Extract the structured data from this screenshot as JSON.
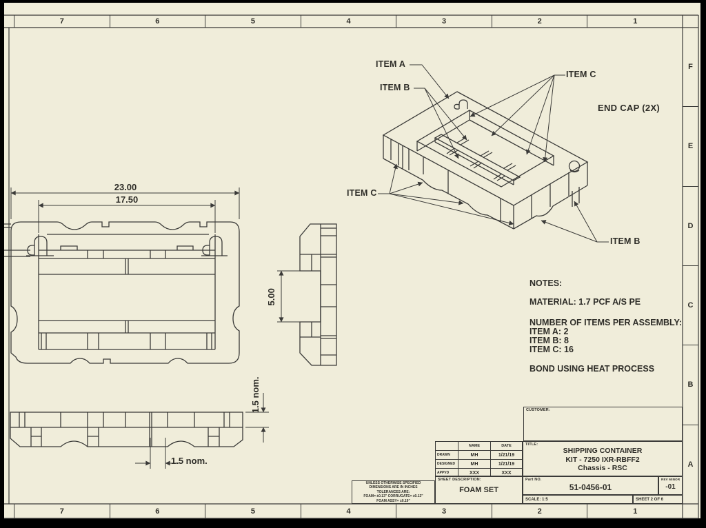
{
  "colors": {
    "paper": "#f0edda",
    "line": "#3a3a38",
    "background": "#000000"
  },
  "zones": {
    "top": [
      "7",
      "6",
      "5",
      "4",
      "3",
      "2",
      "1"
    ],
    "bottom": [
      "7",
      "6",
      "5",
      "4",
      "3",
      "2",
      "1"
    ],
    "right": [
      "F",
      "E",
      "D",
      "C",
      "B",
      "A"
    ]
  },
  "iso": {
    "item_a": "ITEM A",
    "item_b_top": "ITEM B",
    "item_c_top": "ITEM C",
    "item_c_left": "ITEM C",
    "item_b_bottom": "ITEM B",
    "end_cap": "END CAP (2X)"
  },
  "dims": {
    "overall_width": "23.00",
    "inner_width": "17.50",
    "recess_height": "5.00",
    "thickness": "1.5 nom.",
    "rib_width": "1.5 nom."
  },
  "notes": {
    "heading": "NOTES:",
    "material": "MATERIAL: 1.7 PCF A/S PE",
    "items_heading": "NUMBER OF ITEMS PER ASSEMBLY:",
    "item_a": "ITEM A: 2",
    "item_b": "ITEM B: 8",
    "item_c": "ITEM C: 16",
    "bond": "BOND USING HEAT PROCESS"
  },
  "title_block": {
    "customer_label": "CUSTOMER:",
    "title_label": "TITLE:",
    "title_line1": "SHIPPING CONTAINER",
    "title_line2": "KIT - 7250 IXR-RBFF2",
    "title_line3": "Chassis - RSC",
    "part_no_label": "Part NO.",
    "part_no": "51-0456-01",
    "rev_label": "REV MINOR",
    "rev": "-01",
    "scale": "SCALE: 1:5",
    "sheet": "SHEET 2 OF 6",
    "sheet_description_label": "SHEET DESCRIPTION:",
    "sheet_description": "FOAM SET",
    "signoff": {
      "name_header": "NAME",
      "date_header": "DATE",
      "rows": [
        {
          "role": "DRAWN",
          "name": "MH",
          "date": "1/21/19"
        },
        {
          "role": "DESIGNED",
          "name": "MH",
          "date": "1/21/19"
        },
        {
          "role": "APPVD",
          "name": "XXX",
          "date": "XXX"
        }
      ]
    },
    "tolerance": [
      "UNLESS OTHERWISE SPECIFIED",
      "DIMENSIONS ARE IN INCHES",
      "TOLERANCES ARE:",
      "FOAM= ±0.13\"  CORRUGATE= ±0.13\"",
      "FOAM ASSY= ±0.19\""
    ]
  }
}
